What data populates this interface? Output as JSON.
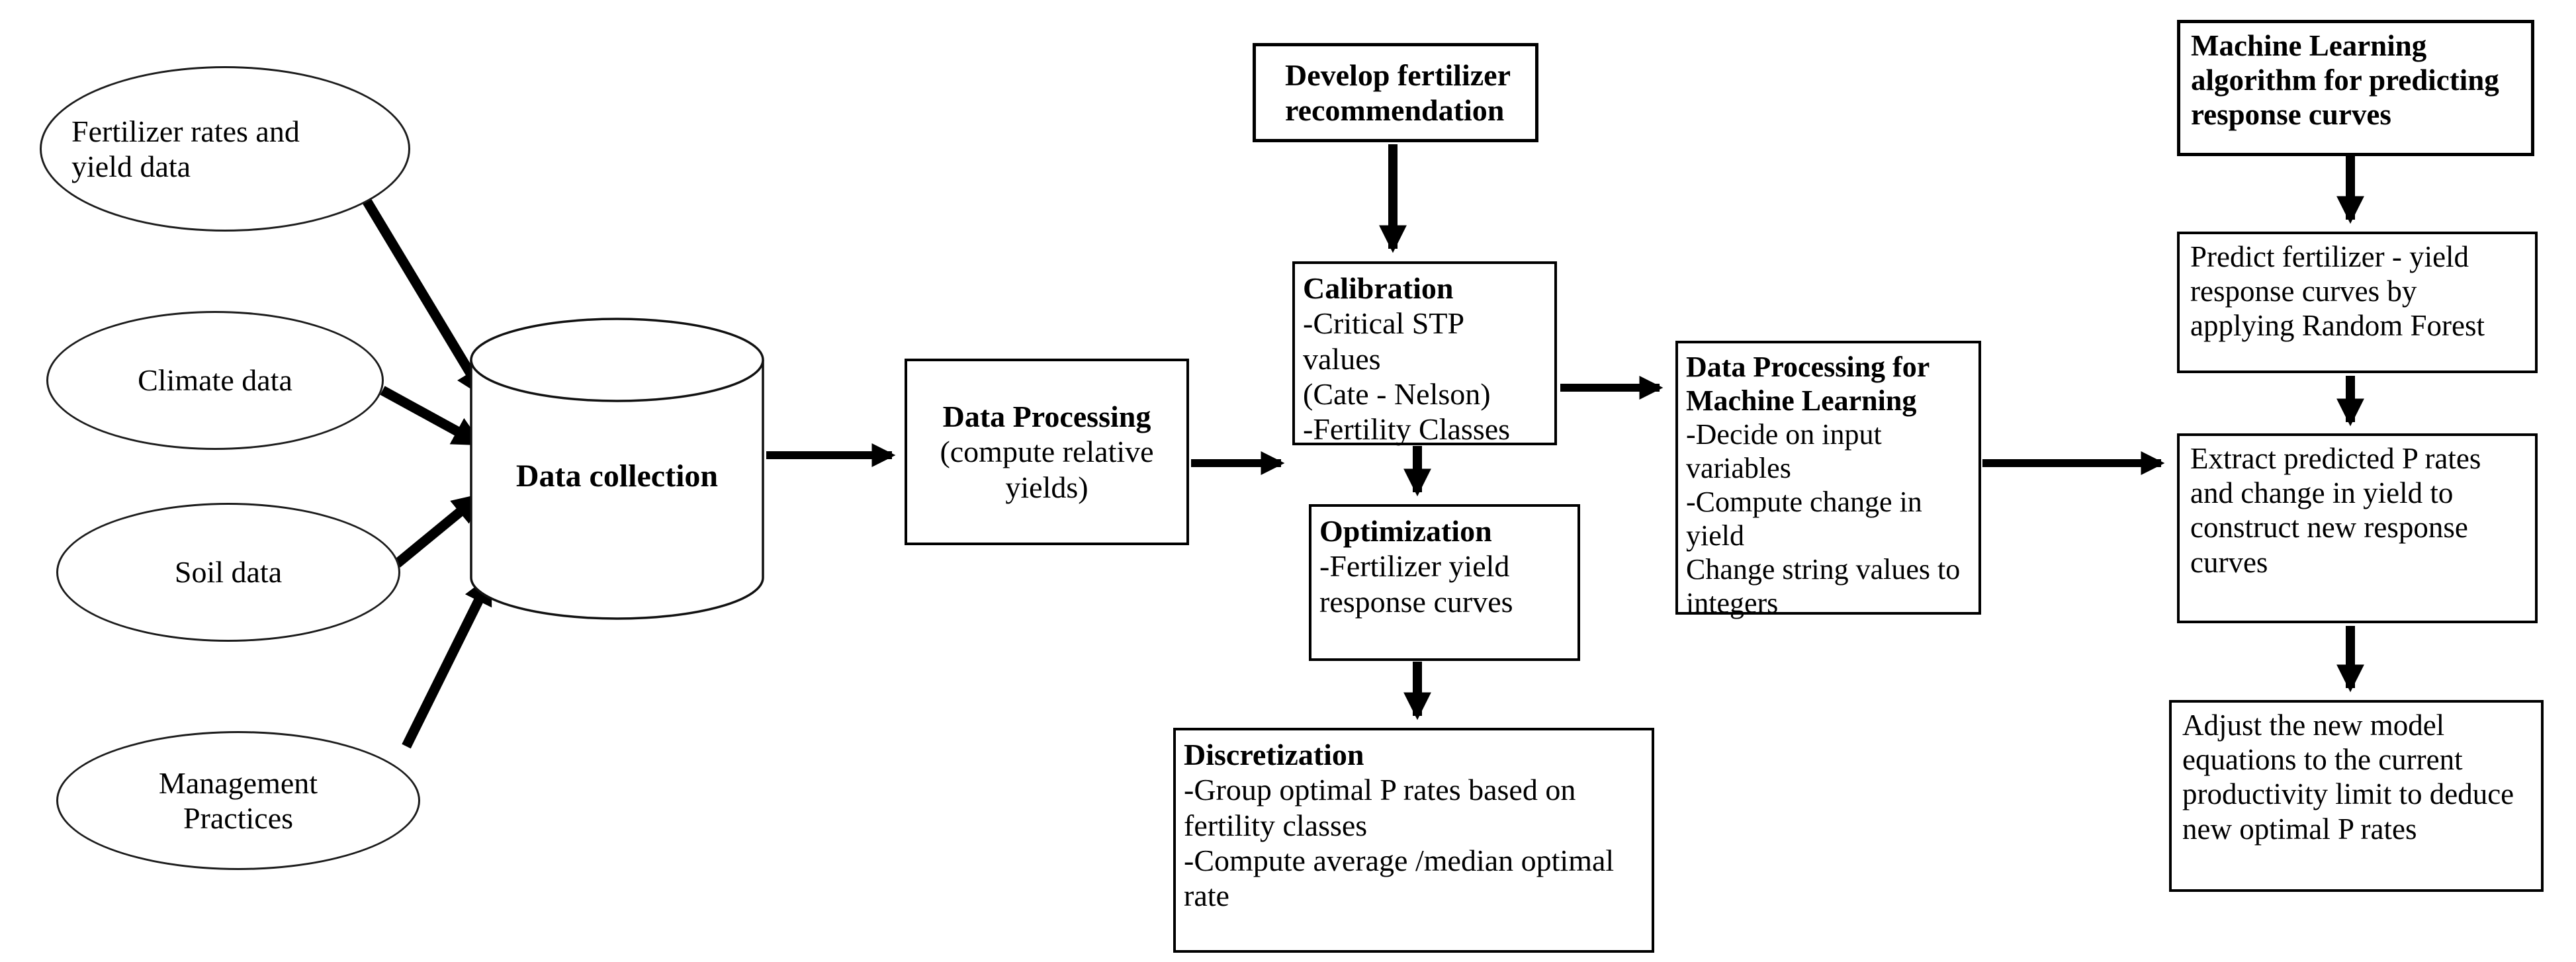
{
  "diagram_title": "Fertilizer recommendation and machine learning workflow flowchart",
  "colors": {
    "line": "#000000",
    "background": "#ffffff",
    "text": "#000000"
  },
  "inputs": {
    "fertilizer": {
      "label": "Fertilizer rates and yield data"
    },
    "climate": {
      "label": "Climate data"
    },
    "soil": {
      "label": "Soil data"
    },
    "management": {
      "label": "Management Practices"
    }
  },
  "collection": {
    "label": "Data collection"
  },
  "processing": {
    "title": "Data Processing",
    "subtitle": "(compute relative yields)"
  },
  "develop": {
    "label": "Develop fertilizer recommendation"
  },
  "calibration": {
    "title": "Calibration",
    "line1": "-Critical STP values",
    "line2": "(Cate - Nelson)",
    "line3": "-Fertility Classes"
  },
  "optimization": {
    "title": "Optimization",
    "line1": "-Fertilizer yield response curves"
  },
  "discretization": {
    "title": "Discretization",
    "line1": "-Group optimal P rates based on fertility classes",
    "line2": "-Compute average /median optimal rate"
  },
  "ml_processing": {
    "title": "Data Processing for Machine Learning",
    "line1": "-Decide on input variables",
    "line2": "-Compute change in yield",
    "line3": "Change string values to integers"
  },
  "ml_algorithm": {
    "label": "Machine Learning algorithm for predicting response curves"
  },
  "predict": {
    "label": "Predict fertilizer - yield response curves by applying Random Forest"
  },
  "extract": {
    "label": "Extract predicted  P rates and change in yield to construct new response curves"
  },
  "adjust": {
    "label": "Adjust the new  model equations to the current productivity limit to deduce new optimal P rates"
  }
}
